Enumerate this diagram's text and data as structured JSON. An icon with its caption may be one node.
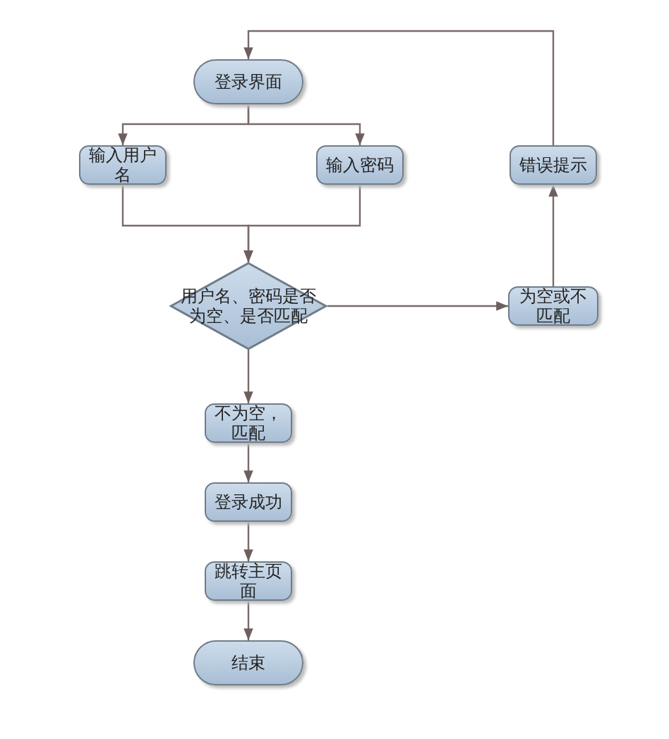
{
  "diagram": {
    "nodes": [
      {
        "text": [
          "登录界面"
        ]
      },
      {
        "text": [
          "输入用户名"
        ]
      },
      {
        "text": [
          "输入密码"
        ]
      },
      {
        "text": [
          "错误提示"
        ]
      },
      {
        "text": [
          "用户名、密码是否为空、是否匹配"
        ]
      },
      {
        "text": [
          "为空或不匹配"
        ]
      },
      {
        "text": [
          "不为空，匹配"
        ]
      },
      {
        "text": [
          "登录成功"
        ]
      },
      {
        "text": [
          "跳转主页面"
        ]
      },
      {
        "text": [
          "结束"
        ]
      }
    ],
    "edges": [
      {
        "from": 0,
        "to": 1,
        "arrow": "to"
      },
      {
        "from": 0,
        "to": 2,
        "arrow": "to"
      },
      {
        "from": 1,
        "to": 4,
        "arrow": "to"
      },
      {
        "from": 2,
        "to": 4,
        "arrow": "to"
      },
      {
        "from": 4,
        "to": 5,
        "arrow": "to"
      },
      {
        "from": 5,
        "to": 3,
        "arrow": "to"
      },
      {
        "from": 3,
        "to": 0,
        "arrow": "to"
      },
      {
        "from": 4,
        "to": 6,
        "arrow": "to"
      },
      {
        "from": 6,
        "to": 7,
        "arrow": "to"
      },
      {
        "from": 7,
        "to": 8,
        "arrow": "to"
      },
      {
        "from": 8,
        "to": 9,
        "arrow": "to"
      }
    ]
  }
}
